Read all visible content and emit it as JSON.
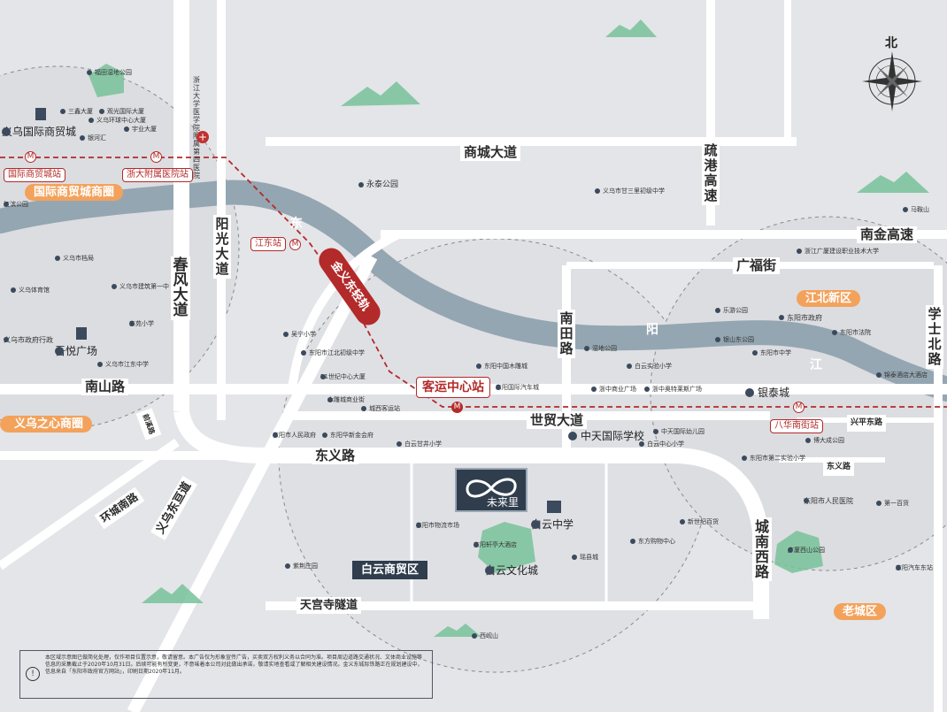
{
  "map": {
    "roads": {
      "shangcheng": "商城大道",
      "shugang": "疏港高速",
      "nanjin": "南金高速",
      "guangfu": "广福街",
      "yangguang": "阳光大道",
      "chunfeng": "春风大道",
      "nantian": "南田路",
      "xueshibei": "学士北路",
      "nanshan": "南山路",
      "shimao": "世贸大道",
      "dongyi": "东义路",
      "tiangongsi": "天宫寺隧道",
      "huancheng_nan": "环城南路",
      "yiwu_donghe": "义乌东亘道",
      "chengnan_xi": "城南西路",
      "xingping_dong": "兴平东路",
      "dongyi2": "东义路",
      "qianqi": "前溪路"
    },
    "orange_labels": {
      "guoji_shangmao": "国际商贸城商圈",
      "yiwu_zhixin": "义乌之心商圈",
      "jiangbei": "江北新区",
      "laocheng": "老城区"
    },
    "stations": {
      "guoji_shangmao_zhan": "国际商贸城站",
      "zheda_fuyuan": "浙大附属医院站",
      "jiangdong": "江东站",
      "keyun": "客运中心站",
      "bahua_nanjie": "八华南街站",
      "metro_line": "金义东轻轨"
    },
    "districts": {
      "baiyun_shangmao": "白云商贸区"
    },
    "river": {
      "dong": "东",
      "yang": "阳",
      "jiang": "江"
    },
    "big_pois": {
      "yiwu_guoji_shangmaocheng": "义乌国际商贸城",
      "wuyue": "吾悦广场",
      "zhongtian_school": "中天国际学校",
      "baiyun_middle": "白云中学",
      "baiyun_wenhua": "白云文化城",
      "yintai": "银泰城",
      "dongyang_renmin_hospital": "东阳市人民医院",
      "yongtai_park": "永泰公园",
      "dongyang_gov": "东阳市政府",
      "zhejiang_fourth": "浙江大学医学院附属第四医院",
      "yiwu_gov": "义乌市政府行政"
    },
    "small_pois": [
      "福田湿地公园",
      "三鑫大厦",
      "观光国际大厦",
      "义乌环球中心大厦",
      "银河汇",
      "宇业大厦",
      "义乌市甘三里初级中学",
      "江滨公园",
      "义乌市档局",
      "义乌体育馆",
      "义乌市建筑第一中",
      "东苑小学",
      "义乌市江东中学",
      "东阳国际汽车城",
      "东阳中国木雕城",
      "浙中商业广场",
      "浙中奥特莱斯广场",
      "白云实验小学",
      "城西客运站",
      "湿地公园",
      "21世纪中心大厦",
      "木雕城商业街",
      "东阳市江北初级中学",
      "东阳市人民政府",
      "白云甘井小学",
      "白云中心小学",
      "中天国际幼儿园",
      "东阳市物流市场",
      "东阳轩亭大酒店",
      "东阳市第二实验小学",
      "东方购物中心",
      "新世纪百货",
      "瑶县城",
      "紫荆庄园",
      "广厦西山公园",
      "东阳汽车东站",
      "西岘山",
      "浙江广厦建设职业技术大学",
      "马鞍山",
      "第一百货",
      "东阳市法院",
      "博大成公园",
      "东阳市中学",
      "乐游公园",
      "银山东公园",
      "锦泰酒店大酒店",
      "东阳华新金会府",
      "吴宁小学"
    ],
    "compass_n": "北",
    "project_logo": "未来里",
    "notice": "本区域示意图已做简化处理，仅作项目位置示意，敬请留意。本广告仅为形象宣传广告，买卖双方权利义务以合同为准。项目周边道路交通状况、文体商业设施等信息的采集截止于2020年10月31日。后续可能有所变更，不意味着本公司对此做出承诺，敬请实地查看或了解相关建设情况。金义东城际铁路正在规划建设中，信息来自「东阳市政府官方网站」，印刷日期2020年11月。",
    "notice_info": "!"
  }
}
